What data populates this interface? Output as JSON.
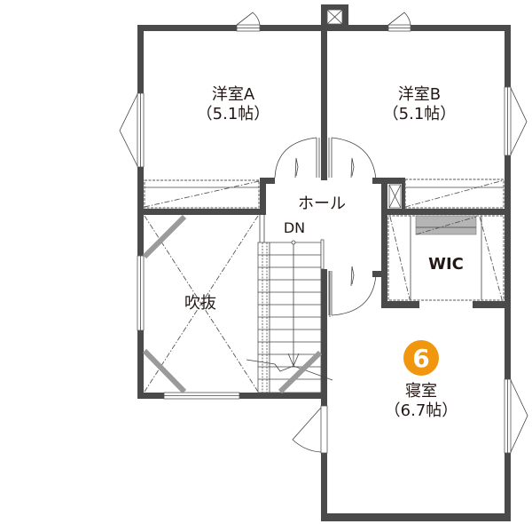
{
  "floor_plan": {
    "rooms": [
      {
        "id": "western-room-a",
        "name": "洋室A",
        "size": "（5.1帖）"
      },
      {
        "id": "western-room-b",
        "name": "洋室B",
        "size": "（5.1帖）"
      },
      {
        "id": "hall",
        "name": "ホール"
      },
      {
        "id": "stairs",
        "name": "DN"
      },
      {
        "id": "atrium",
        "name": "吹抜"
      },
      {
        "id": "wic",
        "name": "WIC"
      },
      {
        "id": "bedroom",
        "name": "寝室",
        "size": "（6.7帖）",
        "badge": "6"
      }
    ],
    "colors": {
      "wall": "#4a4a4a",
      "badge": "#f0960f",
      "text": "#231815",
      "shelf": "#b5b5b5"
    }
  }
}
